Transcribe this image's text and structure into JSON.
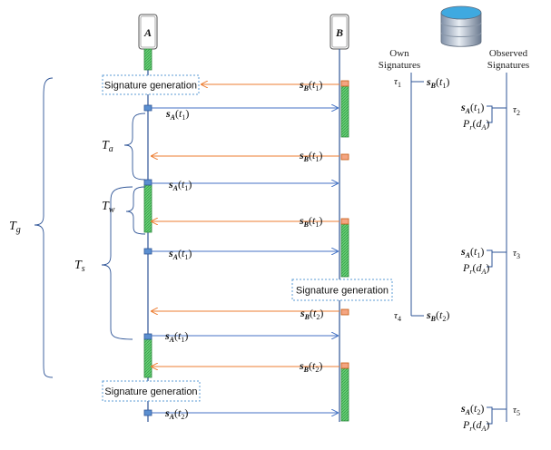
{
  "entities": {
    "a": "A",
    "b": "B"
  },
  "database": {
    "icon": "database-icon"
  },
  "columns": {
    "own": [
      "Own",
      "Signatures"
    ],
    "observed": [
      "Observed",
      "Signatures"
    ]
  },
  "sig_gen_label": "Signature generation",
  "brace_labels": {
    "g": "g",
    "a": "a",
    "w": "w",
    "s": "s"
  },
  "taus": {
    "t1": "1",
    "t2": "2",
    "t3": "3",
    "t4": "4",
    "t5": "5"
  },
  "messages": {
    "m1": "B",
    "m1t": "1",
    "m2": "A",
    "m2t": "1",
    "m3": "B",
    "m3t": "1",
    "m4": "A",
    "m4t": "1",
    "m5": "B",
    "m5t": "1",
    "m6": "A",
    "m6t": "1",
    "m7": "B",
    "m7t": "2",
    "m8": "A",
    "m8t": "1",
    "m9": "B",
    "m9t": "2",
    "m10": "A",
    "m10t": "2"
  },
  "own_sigs": {
    "o1": "B",
    "o1t": "1",
    "o2": "B",
    "o2t": "2"
  },
  "obs_sigs": {
    "s1": "A",
    "s1t": "1",
    "p1": "A",
    "s2": "A",
    "s2t": "1",
    "p2": "A",
    "s3": "A",
    "s3t": "2",
    "p3": "A"
  },
  "colors": {
    "blue": "#4472c4",
    "orange": "#ed7d31",
    "green": "#70d07a",
    "line": "#2f5597",
    "dashbox": "#5b9bd5"
  }
}
